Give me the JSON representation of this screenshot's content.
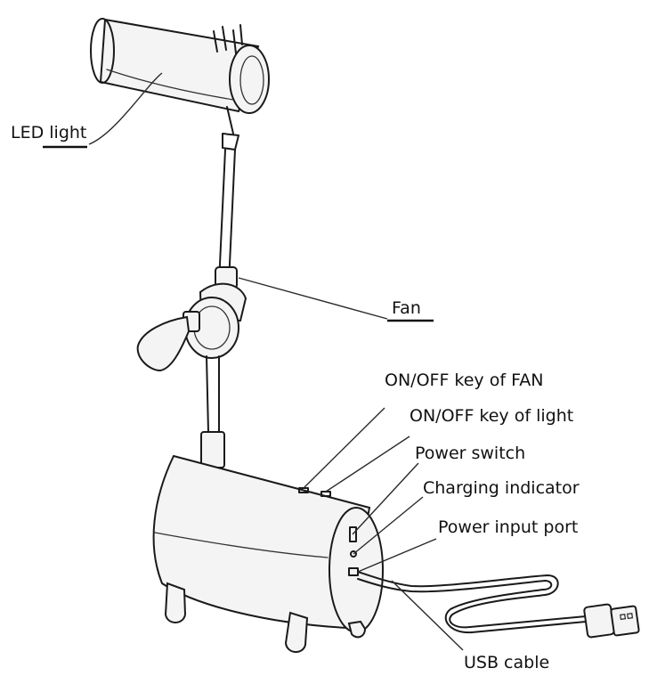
{
  "labels": {
    "led_light": "LED light",
    "fan": "Fan",
    "on_off_fan": "ON/OFF key of FAN",
    "on_off_light": "ON/OFF key of light",
    "power_switch": "Power switch",
    "charging_indicator": "Charging indicator",
    "power_input_port": "Power input port",
    "usb_cable": "USB cable"
  }
}
